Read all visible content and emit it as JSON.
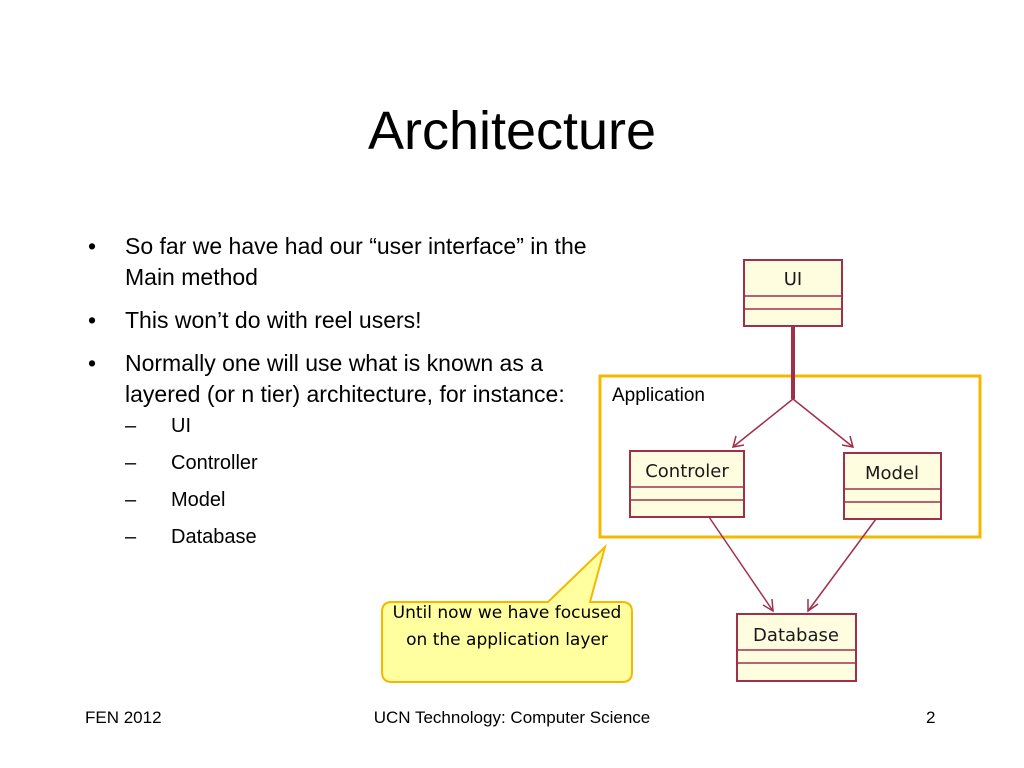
{
  "title": "Architecture",
  "bullets": [
    "So far we have had our “user interface” in the Main method",
    "This won’t do with reel users!",
    "Normally one will use what is known as a layered (or n tier) architecture, for instance:"
  ],
  "sub_bullets": [
    "UI",
    "Controller",
    "Model",
    "Database"
  ],
  "diagram": {
    "boundary_label": "Application",
    "classes": {
      "ui": "UI",
      "controller": "Controler",
      "model": "Model",
      "database": "Database"
    },
    "colors": {
      "class_fill": "#fffde0",
      "class_border": "#a0304a",
      "boundary": "#f5b800",
      "callout_fill": "#ffffa0"
    }
  },
  "callout": "Until now we have focused on the application layer",
  "footer": {
    "left": "FEN 2012",
    "center": "UCN Technology: Computer Science",
    "right": "2"
  }
}
